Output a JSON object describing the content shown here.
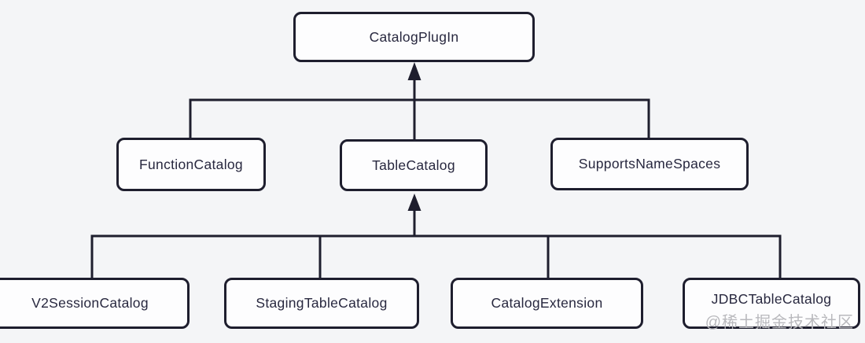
{
  "diagram": {
    "type": "class-hierarchy",
    "nodes": {
      "catalog_plugin": {
        "label": "CatalogPlugIn"
      },
      "function_catalog": {
        "label": "FunctionCatalog"
      },
      "table_catalog": {
        "label": "TableCatalog"
      },
      "supports_namespaces": {
        "label": "SupportsNameSpaces"
      },
      "v2_session_catalog": {
        "label": "V2SessionCatalog"
      },
      "staging_table_catalog": {
        "label": "StagingTableCatalog"
      },
      "catalog_extension": {
        "label": "CatalogExtension"
      },
      "jdbc_table_catalog": {
        "label": "JDBCTableCatalog"
      }
    },
    "edges": [
      {
        "from": "function_catalog",
        "to": "catalog_plugin",
        "arrow": false
      },
      {
        "from": "table_catalog",
        "to": "catalog_plugin",
        "arrow": true
      },
      {
        "from": "supports_namespaces",
        "to": "catalog_plugin",
        "arrow": false
      },
      {
        "from": "v2_session_catalog",
        "to": "table_catalog",
        "arrow": false
      },
      {
        "from": "staging_table_catalog",
        "to": "table_catalog",
        "arrow": false
      },
      {
        "from": "catalog_extension",
        "to": "table_catalog",
        "arrow": false
      },
      {
        "from": "jdbc_table_catalog",
        "to": "table_catalog",
        "arrow": true
      }
    ],
    "watermark": "@稀土掘金技术社区",
    "colors": {
      "background": "#f4f5f7",
      "box_fill": "#fdfdfe",
      "line": "#1e1e2e",
      "text": "#28283f",
      "watermark": "#b9b9bd"
    }
  }
}
